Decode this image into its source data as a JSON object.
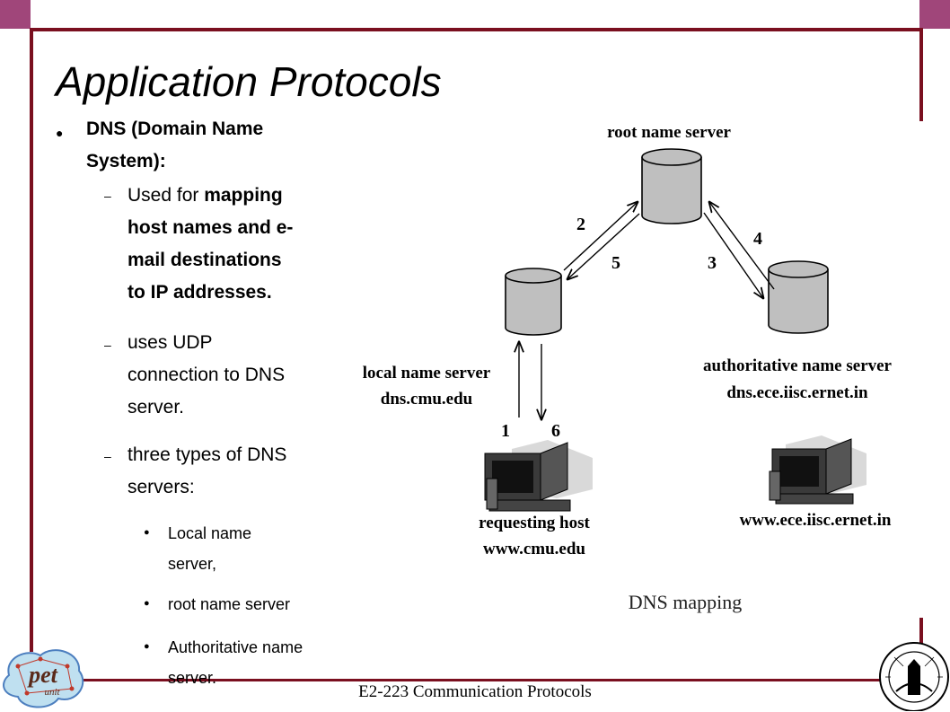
{
  "colors": {
    "frame": "#7a0f1f",
    "corner": "#a0467a"
  },
  "slide": {
    "title": "Application Protocols",
    "bullets": {
      "dns_line1": "DNS (Domain Name",
      "dns_line2": "System):",
      "used_prefix": "Used for ",
      "used_bold1": "mapping",
      "used_line2": "host names and e-",
      "used_line3": "mail destinations",
      "used_line4": "to IP addresses.",
      "udp_line1": "uses UDP",
      "udp_line2": "connection to DNS",
      "udp_line3": "server.",
      "types_line1": "three types of DNS",
      "types_line2": "servers:",
      "local_line1": "Local name",
      "local_line2": "server,",
      "root": "root name server",
      "auth_line1": "Authoritative name",
      "auth_line2": "server."
    }
  },
  "diagram": {
    "root_label": "root name server",
    "local_label_1": "local name server",
    "local_label_2": "dns.cmu.edu",
    "auth_label_1": "authoritative name server",
    "auth_label_2": "dns.ece.iisc.ernet.in",
    "host_label_1": "requesting host",
    "host_label_2": "www.cmu.edu",
    "target_label": "www.ece.iisc.ernet.in",
    "caption": "DNS mapping",
    "steps": [
      "1",
      "2",
      "3",
      "4",
      "5",
      "6"
    ]
  },
  "footer": {
    "text": "E2-223 Communication Protocols",
    "left_logo_text": "pet",
    "left_logo_sub": "unit"
  }
}
